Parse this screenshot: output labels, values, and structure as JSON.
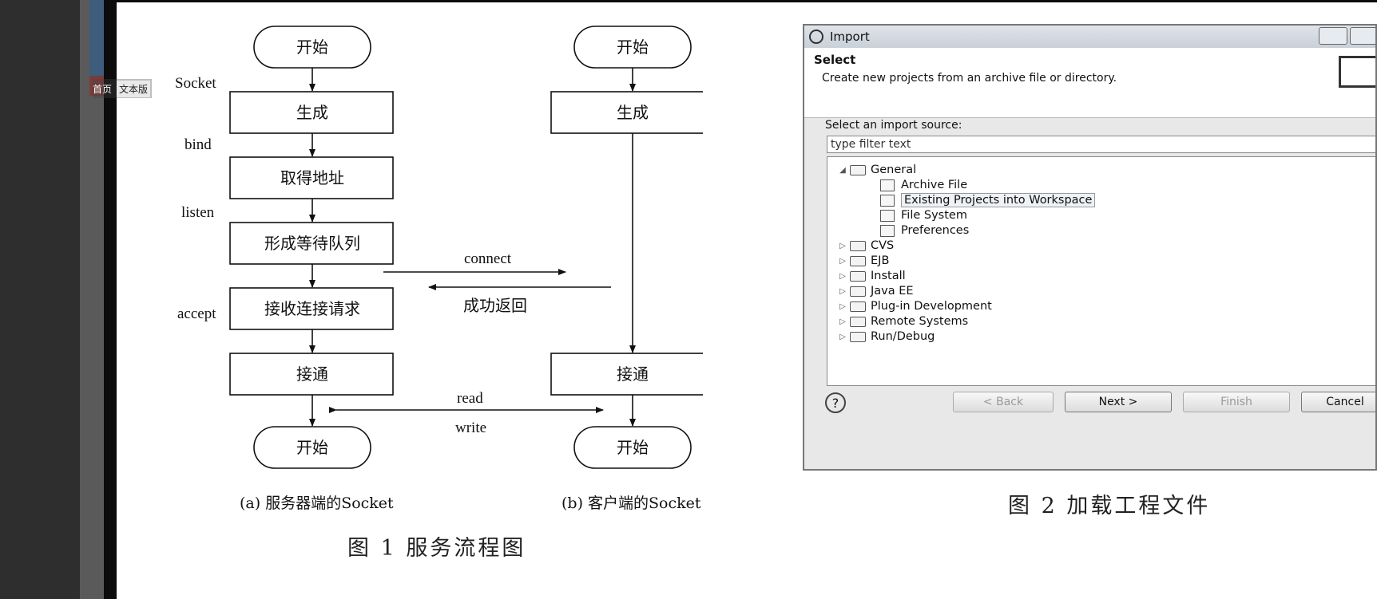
{
  "nav": {
    "home": "首页",
    "text_version": "文本版"
  },
  "figure1": {
    "server": {
      "start": "开始",
      "create": "生成",
      "get_address": "取得地址",
      "form_queue": "形成等待队列",
      "accept_request": "接收连接请求",
      "connected": "接通",
      "end": "开始"
    },
    "client": {
      "start": "开始",
      "create": "生成",
      "connected": "接通",
      "end": "开始"
    },
    "labels": {
      "socket": "Socket",
      "bind": "bind",
      "listen": "listen",
      "accept": "accept",
      "connect": "connect",
      "success_return": "成功返回",
      "read": "read",
      "write": "write"
    },
    "caption_a": "(a)  服务器端的Socket",
    "caption_b": "(b)  客户端的Socket",
    "title": "图 1    服务流程图"
  },
  "figure2": {
    "dialog_title": "Import",
    "header_title": "Select",
    "header_desc": "Create new projects from an archive file or directory.",
    "source_label": "Select an import source:",
    "filter_placeholder": "type filter text",
    "tree": {
      "general": "General",
      "archive_file": "Archive File",
      "existing_projects": "Existing Projects into Workspace",
      "file_system": "File System",
      "preferences": "Preferences",
      "cvs": "CVS",
      "ejb": "EJB",
      "install": "Install",
      "java_ee": "Java EE",
      "plugin_dev": "Plug-in Development",
      "remote_systems": "Remote Systems",
      "run_debug": "Run/Debug"
    },
    "buttons": {
      "help": "?",
      "back": "< Back",
      "next": "Next >",
      "finish": "Finish",
      "cancel": "Cancel"
    },
    "title": "图 2    加载工程文件"
  }
}
